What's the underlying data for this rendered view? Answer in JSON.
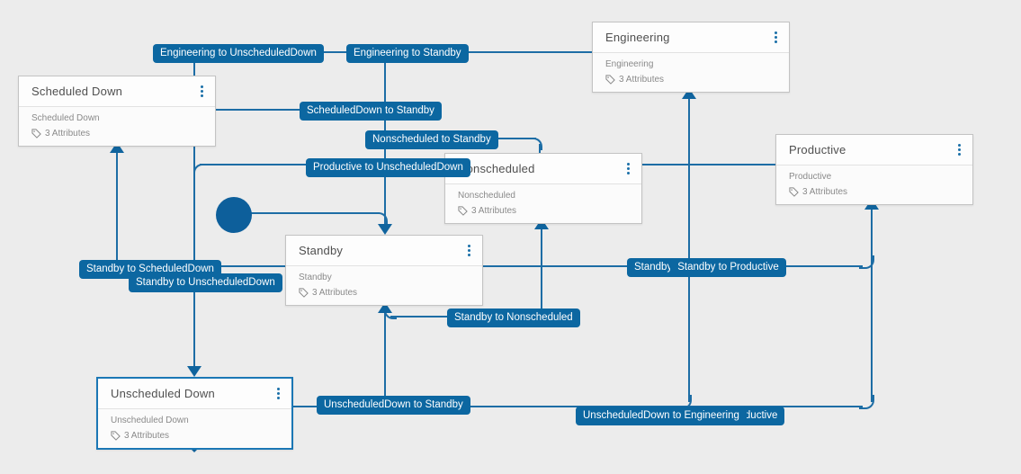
{
  "canvas": {
    "background": "#ececec",
    "line_color": "#1d6da5",
    "pill_color": "#0c67a1",
    "selected_border_color": "#1b77b5",
    "start_circle_color": "#0d5f9b"
  },
  "nodes": [
    {
      "title": "Scheduled Down",
      "name": "Scheduled Down",
      "attributes": "3 Attributes"
    },
    {
      "title": "Engineering",
      "name": "Engineering",
      "attributes": "3 Attributes"
    },
    {
      "title": "Nonscheduled",
      "name": "Nonscheduled",
      "attributes": "3 Attributes"
    },
    {
      "title": "Standby",
      "name": "Standby",
      "attributes": "3 Attributes"
    },
    {
      "title": "Productive",
      "name": "Productive",
      "attributes": "3 Attributes"
    },
    {
      "title": "Unscheduled Down",
      "name": "Unscheduled Down",
      "attributes": "3 Attributes"
    }
  ],
  "edges": [
    {
      "label": "Engineering to UnscheduledDown"
    },
    {
      "label": "Engineering to Standby"
    },
    {
      "label": "ScheduledDown to Standby"
    },
    {
      "label": "Nonscheduled to Standby"
    },
    {
      "label": "Productive to UnscheduledDown"
    },
    {
      "label": "Standby to ScheduledDown"
    },
    {
      "label": "Standby to UnscheduledDown"
    },
    {
      "label": "Standby"
    },
    {
      "label": "Standby to Productive"
    },
    {
      "label": "Standby to Nonscheduled"
    },
    {
      "label": "UnscheduledDown to Standby"
    },
    {
      "label": "UnscheduledDown to Engineering"
    },
    {
      "label": "ductive"
    }
  ]
}
